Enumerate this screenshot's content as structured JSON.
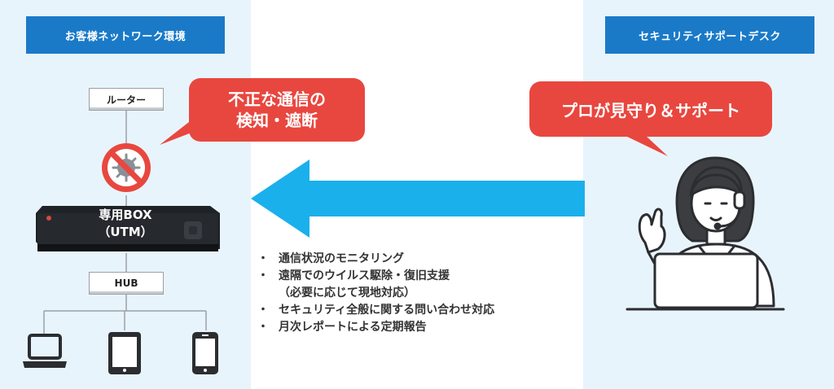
{
  "left_panel": {
    "title": "お客様ネットワーク環境",
    "router_label": "ルーター",
    "box_label_line1": "専用BOX",
    "box_label_line2": "（UTM）",
    "hub_label": "HUB",
    "bubble_line1": "不正な通信の",
    "bubble_line2": "検知・遮断"
  },
  "right_panel": {
    "title": "セキュリティサポートデスク",
    "bubble_text": "プロが見守り＆サポート"
  },
  "bullets": [
    {
      "bullet": "・",
      "text": "通信状況のモニタリング"
    },
    {
      "bullet": "・",
      "text": "遠隔でのウイルス駆除・復旧支援"
    },
    {
      "bullet": "",
      "text": "（必要に応じて現地対応）"
    },
    {
      "bullet": "・",
      "text": "セキュリティ全般に関する問い合わせ対応"
    },
    {
      "bullet": "・",
      "text": "月次レポートによる定期報告"
    }
  ],
  "icons": {
    "virus": "virus-blocked-icon",
    "laptop": "laptop-icon",
    "tablet": "tablet-icon",
    "phone": "smartphone-icon",
    "operator": "support-operator-icon"
  },
  "colors": {
    "panel_bg": "#e8f4fb",
    "header_bg": "#1a7ac8",
    "bubble_red": "#e8473f",
    "arrow_blue": "#1ab0ec"
  }
}
